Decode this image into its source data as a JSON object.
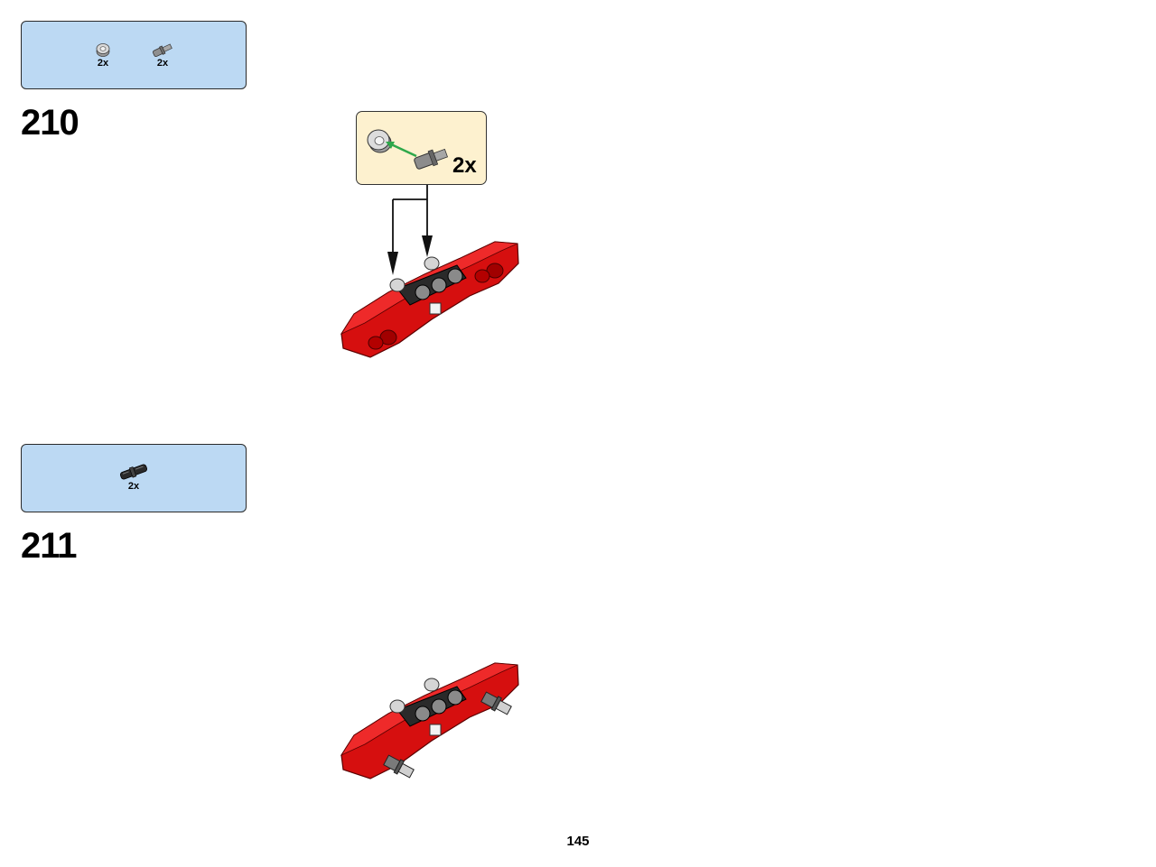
{
  "steps": [
    {
      "number": "210",
      "parts": [
        {
          "icon": "bush-icon",
          "qty": "2x"
        },
        {
          "icon": "axle-pin-icon",
          "qty": "2x"
        }
      ],
      "callout": {
        "qty": "2x"
      }
    },
    {
      "number": "211",
      "parts": [
        {
          "icon": "pin-icon",
          "qty": "2x"
        }
      ]
    }
  ],
  "page": {
    "number": "145"
  },
  "colors": {
    "parts_box": "#bcd9f3",
    "callout": "#fdf1cf",
    "brick_red": "#d60f0f",
    "arrow_green": "#2ea84a"
  }
}
